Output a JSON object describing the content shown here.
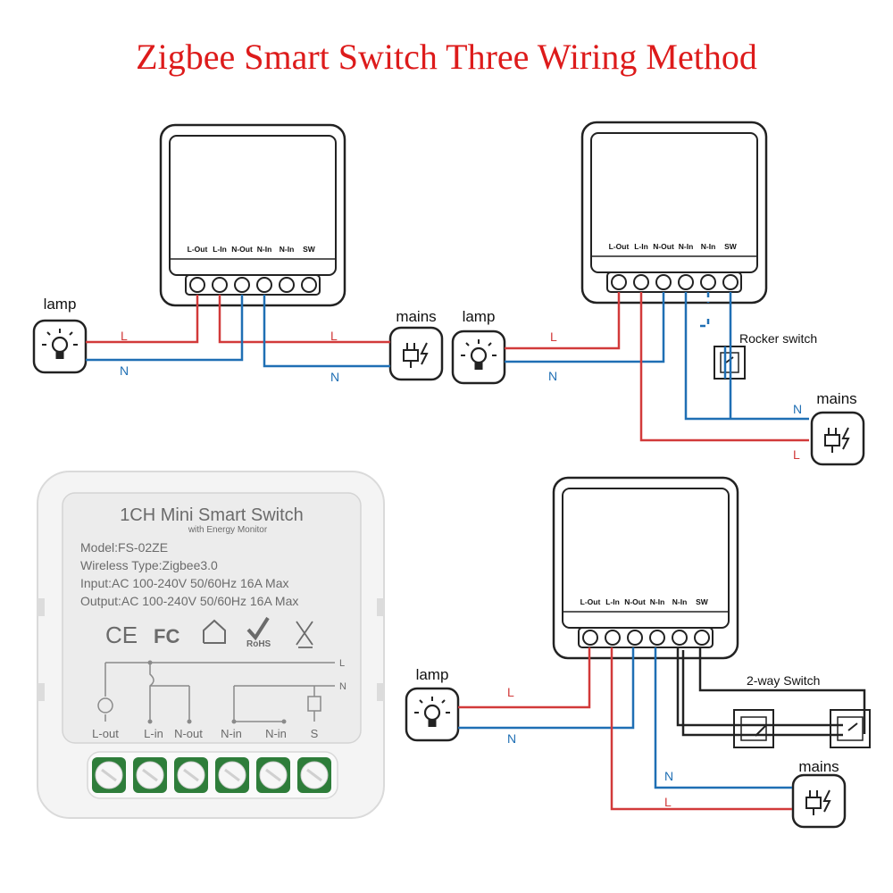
{
  "title": "Zigbee Smart Switch Three Wiring Method",
  "terminals": [
    "L-Out",
    "L-In",
    "N-Out",
    "N-In",
    "N-In",
    "SW"
  ],
  "labels": {
    "lamp": "lamp",
    "mains": "mains",
    "L": "L",
    "N": "N",
    "rocker": "Rocker switch",
    "twoway": "2-way Switch"
  },
  "device": {
    "name": "1CH Mini Smart Switch",
    "sub": "with Energy Monitor",
    "model": "Model:FS-02ZE",
    "wireless": "Wireless Type:Zigbee3.0",
    "input": "Input:AC 100-240V 50/60Hz 16A Max",
    "output": "Output:AC 100-240V 50/60Hz 16A Max",
    "cert_ce": "CE",
    "cert_fc": "FC",
    "cert_rohs": "RoHS",
    "line_L": "L",
    "line_N": "N",
    "terms": [
      "L-out",
      "L-in",
      "N-out",
      "N-in",
      "N-in",
      "S"
    ]
  },
  "colors": {
    "live": "#d23a3a",
    "neutral": "#1f6fb4",
    "title": "#dd1b1b",
    "switch": "#222222",
    "terminal_green": "#2e7d3a"
  }
}
